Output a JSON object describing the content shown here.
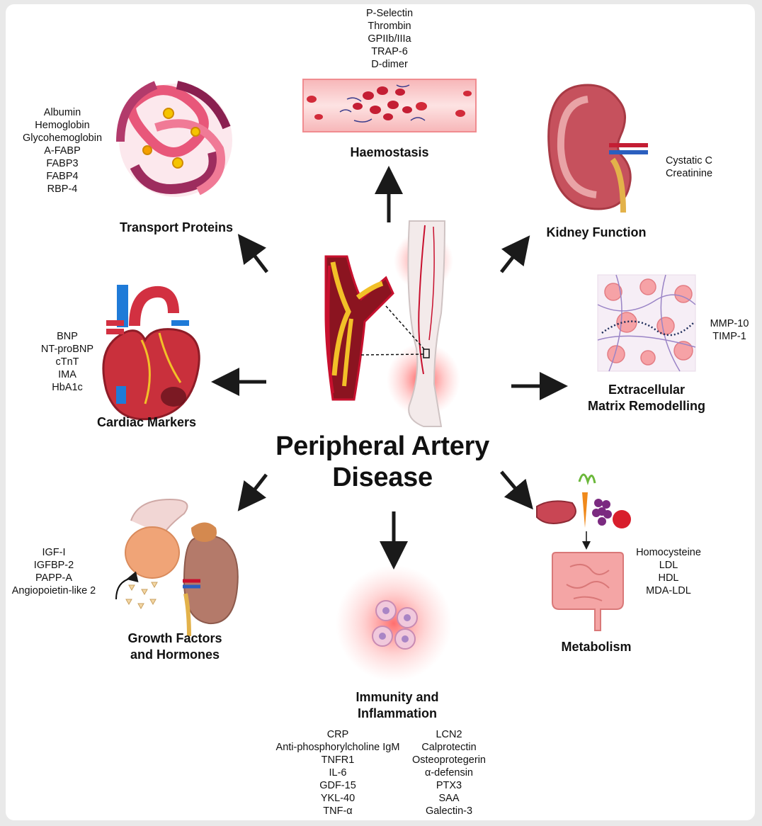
{
  "central": {
    "title_line1": "Peripheral Artery",
    "title_line2": "Disease"
  },
  "haemostasis": {
    "title": "Haemostasis",
    "markers": [
      "P-Selectin",
      "Thrombin",
      "GPIIb/IIIa",
      "TRAP-6",
      "D-dimer"
    ]
  },
  "transport": {
    "title": "Transport Proteins",
    "markers": [
      "Albumin",
      "Hemoglobin",
      "Glycohemoglobin",
      "A-FABP",
      "FABP3",
      "FABP4",
      "RBP-4"
    ]
  },
  "kidney": {
    "title": "Kidney Function",
    "markers": [
      "Cystatic C",
      "Creatinine"
    ]
  },
  "cardiac": {
    "title": "Cardiac Markers",
    "markers": [
      "BNP",
      "NT-proBNP",
      "cTnT",
      "IMA",
      "HbA1c"
    ]
  },
  "ecm": {
    "title_line1": "Extracellular",
    "title_line2": "Matrix Remodelling",
    "markers": [
      "MMP-10",
      "TIMP-1"
    ]
  },
  "growth": {
    "title_line1": "Growth Factors",
    "title_line2": "and Hormones",
    "markers": [
      "IGF-I",
      "IGFBP-2",
      "PAPP-A",
      "Angiopoietin-like 2"
    ]
  },
  "metabolism": {
    "title": "Metabolism",
    "markers": [
      "Homocysteine",
      "LDL",
      "HDL",
      "MDA-LDL"
    ]
  },
  "immunity": {
    "title_line1": "Immunity and",
    "title_line2": "Inflammation",
    "markers_left": [
      "CRP",
      "Anti-phosphorylcholine IgM",
      "TNFR1",
      "IL-6",
      "GDF-15",
      "YKL-40",
      "TNF-α"
    ],
    "markers_right": [
      "LCN2",
      "Calprotectin",
      "Osteoprotegerin",
      "α-defensin",
      "PTX3",
      "SAA",
      "Galectin-3"
    ]
  },
  "colors": {
    "arrow": "#1a1a1a",
    "artery_red": "#c8102e",
    "plaque": "#f2c028",
    "glow": "#ff3b3b"
  },
  "icons": [
    "protein-icon",
    "blood-vessel-icon",
    "kidney-icon",
    "heart-icon",
    "artery-plaque-icon",
    "leg-icon",
    "ecm-icon",
    "gland-icon",
    "immune-cells-icon",
    "food-icon",
    "intestine-icon"
  ]
}
